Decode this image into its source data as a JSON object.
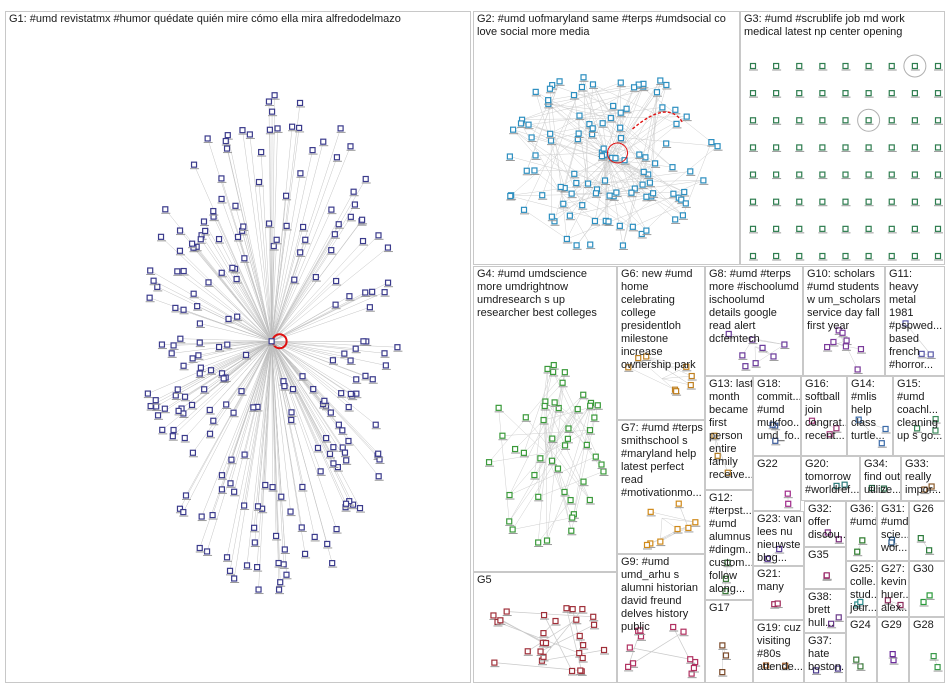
{
  "panels": [
    {
      "id": "G1",
      "label": "G1: #umd revistatmx #humor quédate quién mire cómo ella mira alfredodelmazo",
      "color": "#3b3b8c",
      "kind": "star",
      "nodes": 230
    },
    {
      "id": "G2",
      "label": "G2: #umd uofmaryland same #terps #umdsocial co\nlove social more media",
      "color": "#2d8fc0",
      "kind": "cluster",
      "nodes": 110
    },
    {
      "id": "G3",
      "label": "G3: #umd #scrublife job md work\nmedical latest np center opening",
      "color": "#2e7d4f",
      "kind": "grid",
      "nodes": 72
    },
    {
      "id": "G4",
      "label": "G4: #umd umdscience\nmore umdrightnow\numdresearch s up\nresearcher best colleges",
      "color": "#3a9a3a",
      "kind": "cluster",
      "nodes": 48
    },
    {
      "id": "G5",
      "label": "G5",
      "color": "#a0303a",
      "kind": "pairs",
      "nodes": 28
    },
    {
      "id": "G6",
      "label": "G6: new #umd\nhome\ncelebrating\ncollege\npresidentloh\nmilestone\nincrease\nownership park",
      "color": "#c08020",
      "kind": "cluster",
      "nodes": 8
    },
    {
      "id": "G7",
      "label": "G7: #umd #terps\nsmithschool s\n#maryland help\nlatest perfect\nread\n#motivationmo...",
      "color": "#d08a1a",
      "kind": "cluster",
      "nodes": 8
    },
    {
      "id": "G8",
      "label": "G8: #umd #terps\nmore #ischoolumd\nischoolumd\ndetails google\nread alert\ndcfemtech",
      "color": "#6a3a9a",
      "kind": "cluster",
      "nodes": 8
    },
    {
      "id": "G9",
      "label": "G9: #umd\numd_arhu s\nalumni historian\ndavid freund\ndelves history\npublic",
      "color": "#b03060",
      "kind": "pairs",
      "nodes": 12
    },
    {
      "id": "G10",
      "label": "G10: scholars\n#umd students\nw um_scholars\nservice day fall\nfirst year",
      "color": "#7a3a9a",
      "kind": "cluster",
      "nodes": 8
    },
    {
      "id": "G11",
      "label": "G11:\nheavy\nmetal\n1981\n#pspwed...\nbased\nfrench\n#horror...",
      "color": "#5a5aa8",
      "kind": "few",
      "nodes": 3
    },
    {
      "id": "G12",
      "label": "G12:\n#terpst...\n#umd\nalumnus\n#dingm...\ncustom...\nfollow\nalong...",
      "color": "#3a7a3a",
      "kind": "few",
      "nodes": 3
    },
    {
      "id": "G13",
      "label": "G13: last\nmonth\nbecame\nfirst\nperson\nentire\nfamily\nreceive...",
      "color": "#b07a20",
      "kind": "few",
      "nodes": 3
    },
    {
      "id": "G14",
      "label": "G14:\n#mlis\nhelp\nclass\nturtle...",
      "color": "#3a6aa8",
      "kind": "few",
      "nodes": 3
    },
    {
      "id": "G15",
      "label": "G15:\n#umd\ncoachl...\ncleaning\nup s go...",
      "color": "#3a8a5a",
      "kind": "few",
      "nodes": 3
    },
    {
      "id": "G16",
      "label": "G16:\nsoftball\njoin\ncongrat...\nrecent...",
      "color": "#a03a7a",
      "kind": "few",
      "nodes": 3
    },
    {
      "id": "G17",
      "label": "G17",
      "color": "#7a4a2a",
      "kind": "few",
      "nodes": 3
    },
    {
      "id": "G18",
      "label": "G18:\ncommit...\n#umd\nmukfoo...\numd_fo...",
      "color": "#3a5a9a",
      "kind": "few",
      "nodes": 3
    },
    {
      "id": "G19",
      "label": "G19: cuz\nvisiting\n#80s\nattende...",
      "color": "#9a5a2a",
      "kind": "few",
      "nodes": 2
    },
    {
      "id": "G20",
      "label": "G20:\ntomorrow\n#worldref...",
      "color": "#2a7a7a",
      "kind": "few",
      "nodes": 2
    },
    {
      "id": "G21",
      "label": "G21:\nmany",
      "color": "#a02a5a",
      "kind": "few",
      "nodes": 2
    },
    {
      "id": "G22",
      "label": "G22",
      "color": "#a02a8a",
      "kind": "few",
      "nodes": 2
    },
    {
      "id": "G23",
      "label": "G23: van\nlees nu\nnieuwste\nblog...",
      "color": "#5a3a9a",
      "kind": "few",
      "nodes": 2
    },
    {
      "id": "G24",
      "label": "G24",
      "color": "#3a7a3a",
      "kind": "few",
      "nodes": 2
    },
    {
      "id": "G25",
      "label": "G25:\ncolle...\nstud...\njour...",
      "color": "#2a8a8a",
      "kind": "few",
      "nodes": 2
    },
    {
      "id": "G26",
      "label": "G26",
      "color": "#2a7a3a",
      "kind": "few",
      "nodes": 2
    },
    {
      "id": "G27",
      "label": "G27:\nkevin\nhuer...\nalex...",
      "color": "#8a2a5a",
      "kind": "few",
      "nodes": 2
    },
    {
      "id": "G28",
      "label": "G28",
      "color": "#3a9a4a",
      "kind": "few",
      "nodes": 2
    },
    {
      "id": "G29",
      "label": "G29",
      "color": "#6a2a9a",
      "kind": "few",
      "nodes": 2
    },
    {
      "id": "G30",
      "label": "G30",
      "color": "#2a9a3a",
      "kind": "few",
      "nodes": 2
    },
    {
      "id": "G31",
      "label": "G31:\n#umd\nscie...\nwor...",
      "color": "#2a5a8a",
      "kind": "few",
      "nodes": 2
    },
    {
      "id": "G32",
      "label": "G32:\noffer\ndiscou...",
      "color": "#7a2a7a",
      "kind": "few",
      "nodes": 2
    },
    {
      "id": "G33",
      "label": "G33:\nreally\nimpor...",
      "color": "#8a5a2a",
      "kind": "few",
      "nodes": 2
    },
    {
      "id": "G34",
      "label": "G34:\nfind out\nutilize...",
      "color": "#2a6a4a",
      "kind": "few",
      "nodes": 2
    },
    {
      "id": "G35",
      "label": "G35",
      "color": "#9a2a6a",
      "kind": "few",
      "nodes": 2
    },
    {
      "id": "G36",
      "label": "G36:\n#umd",
      "color": "#2a7a2a",
      "kind": "few",
      "nodes": 2
    },
    {
      "id": "G37",
      "label": "G37:\nhate\nboston...",
      "color": "#4a3a8a",
      "kind": "few",
      "nodes": 2
    },
    {
      "id": "G38",
      "label": "G38:\nbrett\nhull...",
      "color": "#6a3a8a",
      "kind": "few",
      "nodes": 2
    }
  ]
}
